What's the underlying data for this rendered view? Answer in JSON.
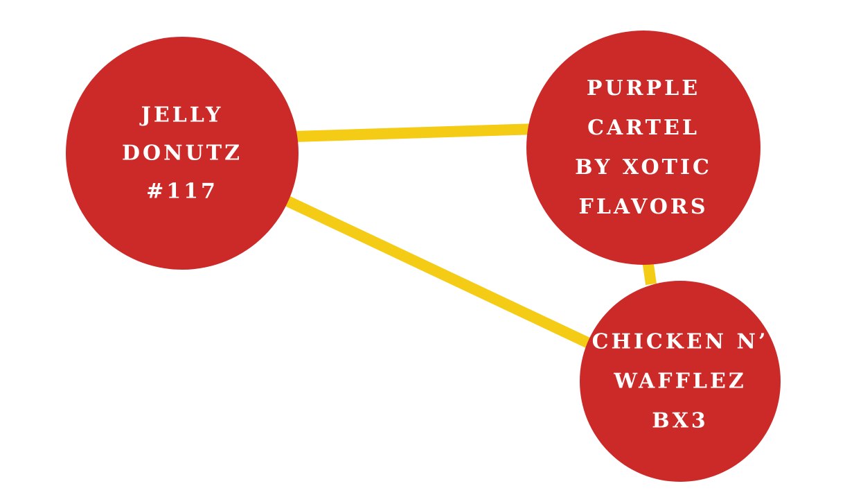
{
  "colors": {
    "background": "#ffffff",
    "node_fill": "#cc2a28",
    "edge_stroke": "#f4cc16",
    "label_text": "#ffffff"
  },
  "nodes": [
    {
      "id": "jelly-donutz",
      "lines": [
        "JELLY",
        "DONUTZ",
        "#117"
      ]
    },
    {
      "id": "purple-cartel",
      "lines": [
        "PURPLE",
        "CARTEL",
        "BY XOTIC",
        "FLAVORS"
      ]
    },
    {
      "id": "chicken-wafflez",
      "lines": [
        "CHICKEN N’",
        "WAFFLEZ",
        "BX3"
      ]
    }
  ],
  "edges": [
    {
      "from": "jelly-donutz",
      "to": "purple-cartel"
    },
    {
      "from": "jelly-donutz",
      "to": "chicken-wafflez"
    },
    {
      "from": "purple-cartel",
      "to": "chicken-wafflez"
    }
  ]
}
